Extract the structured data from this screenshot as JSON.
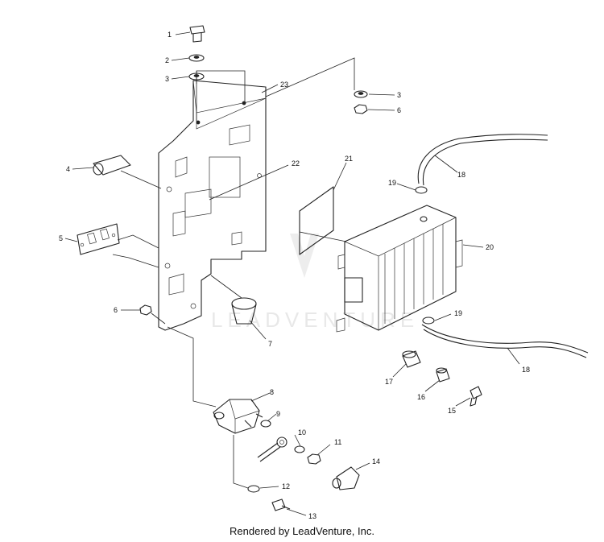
{
  "footer": {
    "credit": "Rendered by LeadVenture, Inc."
  },
  "watermark": {
    "text": "LEADVENTURE"
  },
  "callouts": [
    "1",
    "2",
    "3",
    "23",
    "3",
    "6",
    "4",
    "22",
    "21",
    "19",
    "18",
    "20",
    "5",
    "6",
    "7",
    "19",
    "18",
    "17",
    "16",
    "15",
    "8",
    "9",
    "10",
    "11",
    "12",
    "14",
    "13"
  ]
}
